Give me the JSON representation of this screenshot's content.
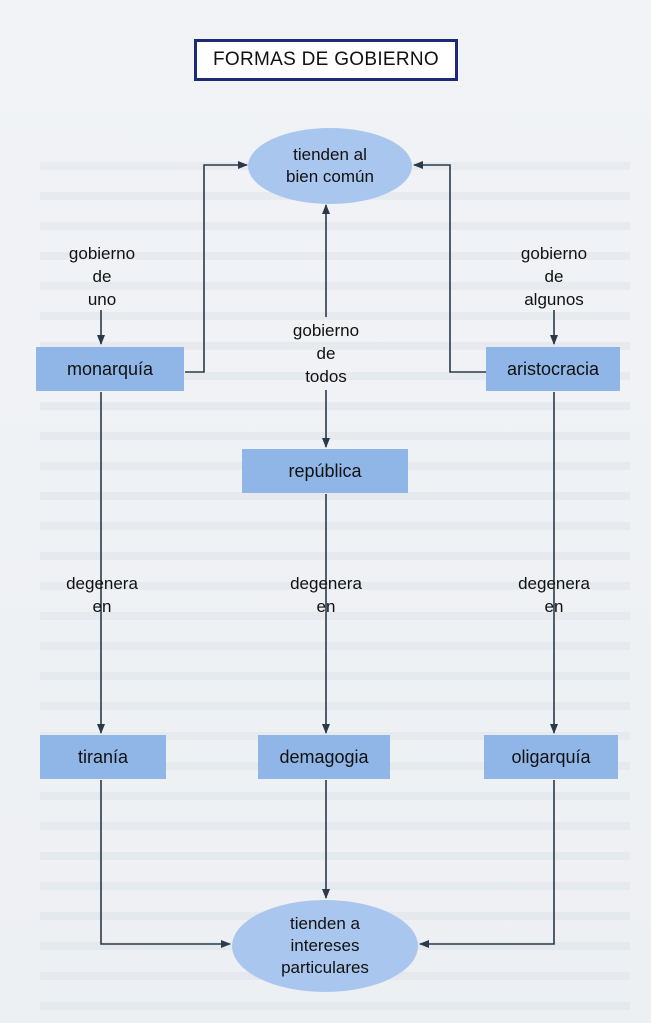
{
  "title": "FORMAS DE GOBIERNO",
  "nodes": {
    "bien_comun": [
      "tienden al",
      "bien común"
    ],
    "intereses": [
      "tienden a",
      "intereses",
      "particulares"
    ],
    "monarquia": "monarquía",
    "republica": "república",
    "aristocracia": "aristocracia",
    "tirania": "tiranía",
    "demagogia": "demagogia",
    "oligarquia": "oligarquía"
  },
  "labels": {
    "gobierno_uno": [
      "gobierno",
      "de",
      "uno"
    ],
    "gobierno_todos": [
      "gobierno",
      "de",
      "todos"
    ],
    "gobierno_algunos": [
      "gobierno",
      "de",
      "algunos"
    ],
    "degenera_left": [
      "degenera",
      "en"
    ],
    "degenera_center": [
      "degenera",
      "en"
    ],
    "degenera_right": [
      "degenera",
      "en"
    ]
  },
  "colors": {
    "box": "#8fb6e6",
    "ellipse": "#a9c7ee",
    "title_border": "#1d2a78",
    "arrow": "#2a3a4a"
  }
}
